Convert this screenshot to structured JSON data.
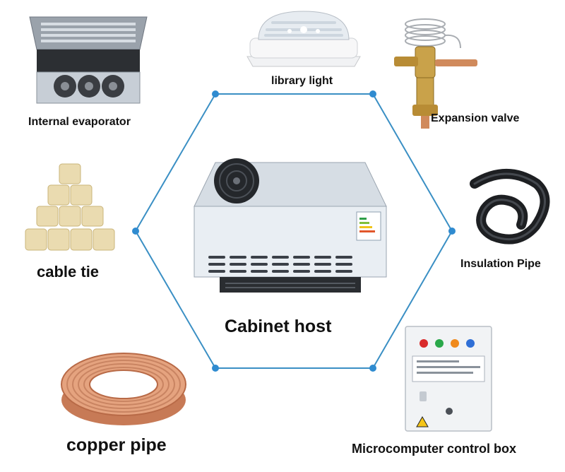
{
  "colors": {
    "frame_line": "#3a8fc4",
    "node": "#2f8bd0",
    "label_text": "#111111",
    "copper": "#d99270",
    "cable_tie": "#eadbb0",
    "cabinet_body": "#e9eef3"
  },
  "center": {
    "label": "Cabinet host",
    "product_icon": "cabinet-host-unit-icon"
  },
  "products": [
    {
      "id": "internal-evaporator",
      "label": "Internal evaporator",
      "icon": "evaporator-unit-icon"
    },
    {
      "id": "library-light",
      "label": "library light",
      "icon": "dome-light-icon"
    },
    {
      "id": "expansion-valve",
      "label": "Expansion valve",
      "icon": "brass-valve-icon"
    },
    {
      "id": "cable-tie",
      "label": "cable tie",
      "icon": "cable-tie-rolls-icon"
    },
    {
      "id": "insulation-pipe",
      "label": "Insulation Pipe",
      "icon": "foam-pipe-coil-icon"
    },
    {
      "id": "copper-pipe",
      "label": "copper pipe",
      "icon": "copper-coil-icon"
    },
    {
      "id": "control-box",
      "label": "Microcomputer control box",
      "icon": "control-box-icon"
    }
  ]
}
